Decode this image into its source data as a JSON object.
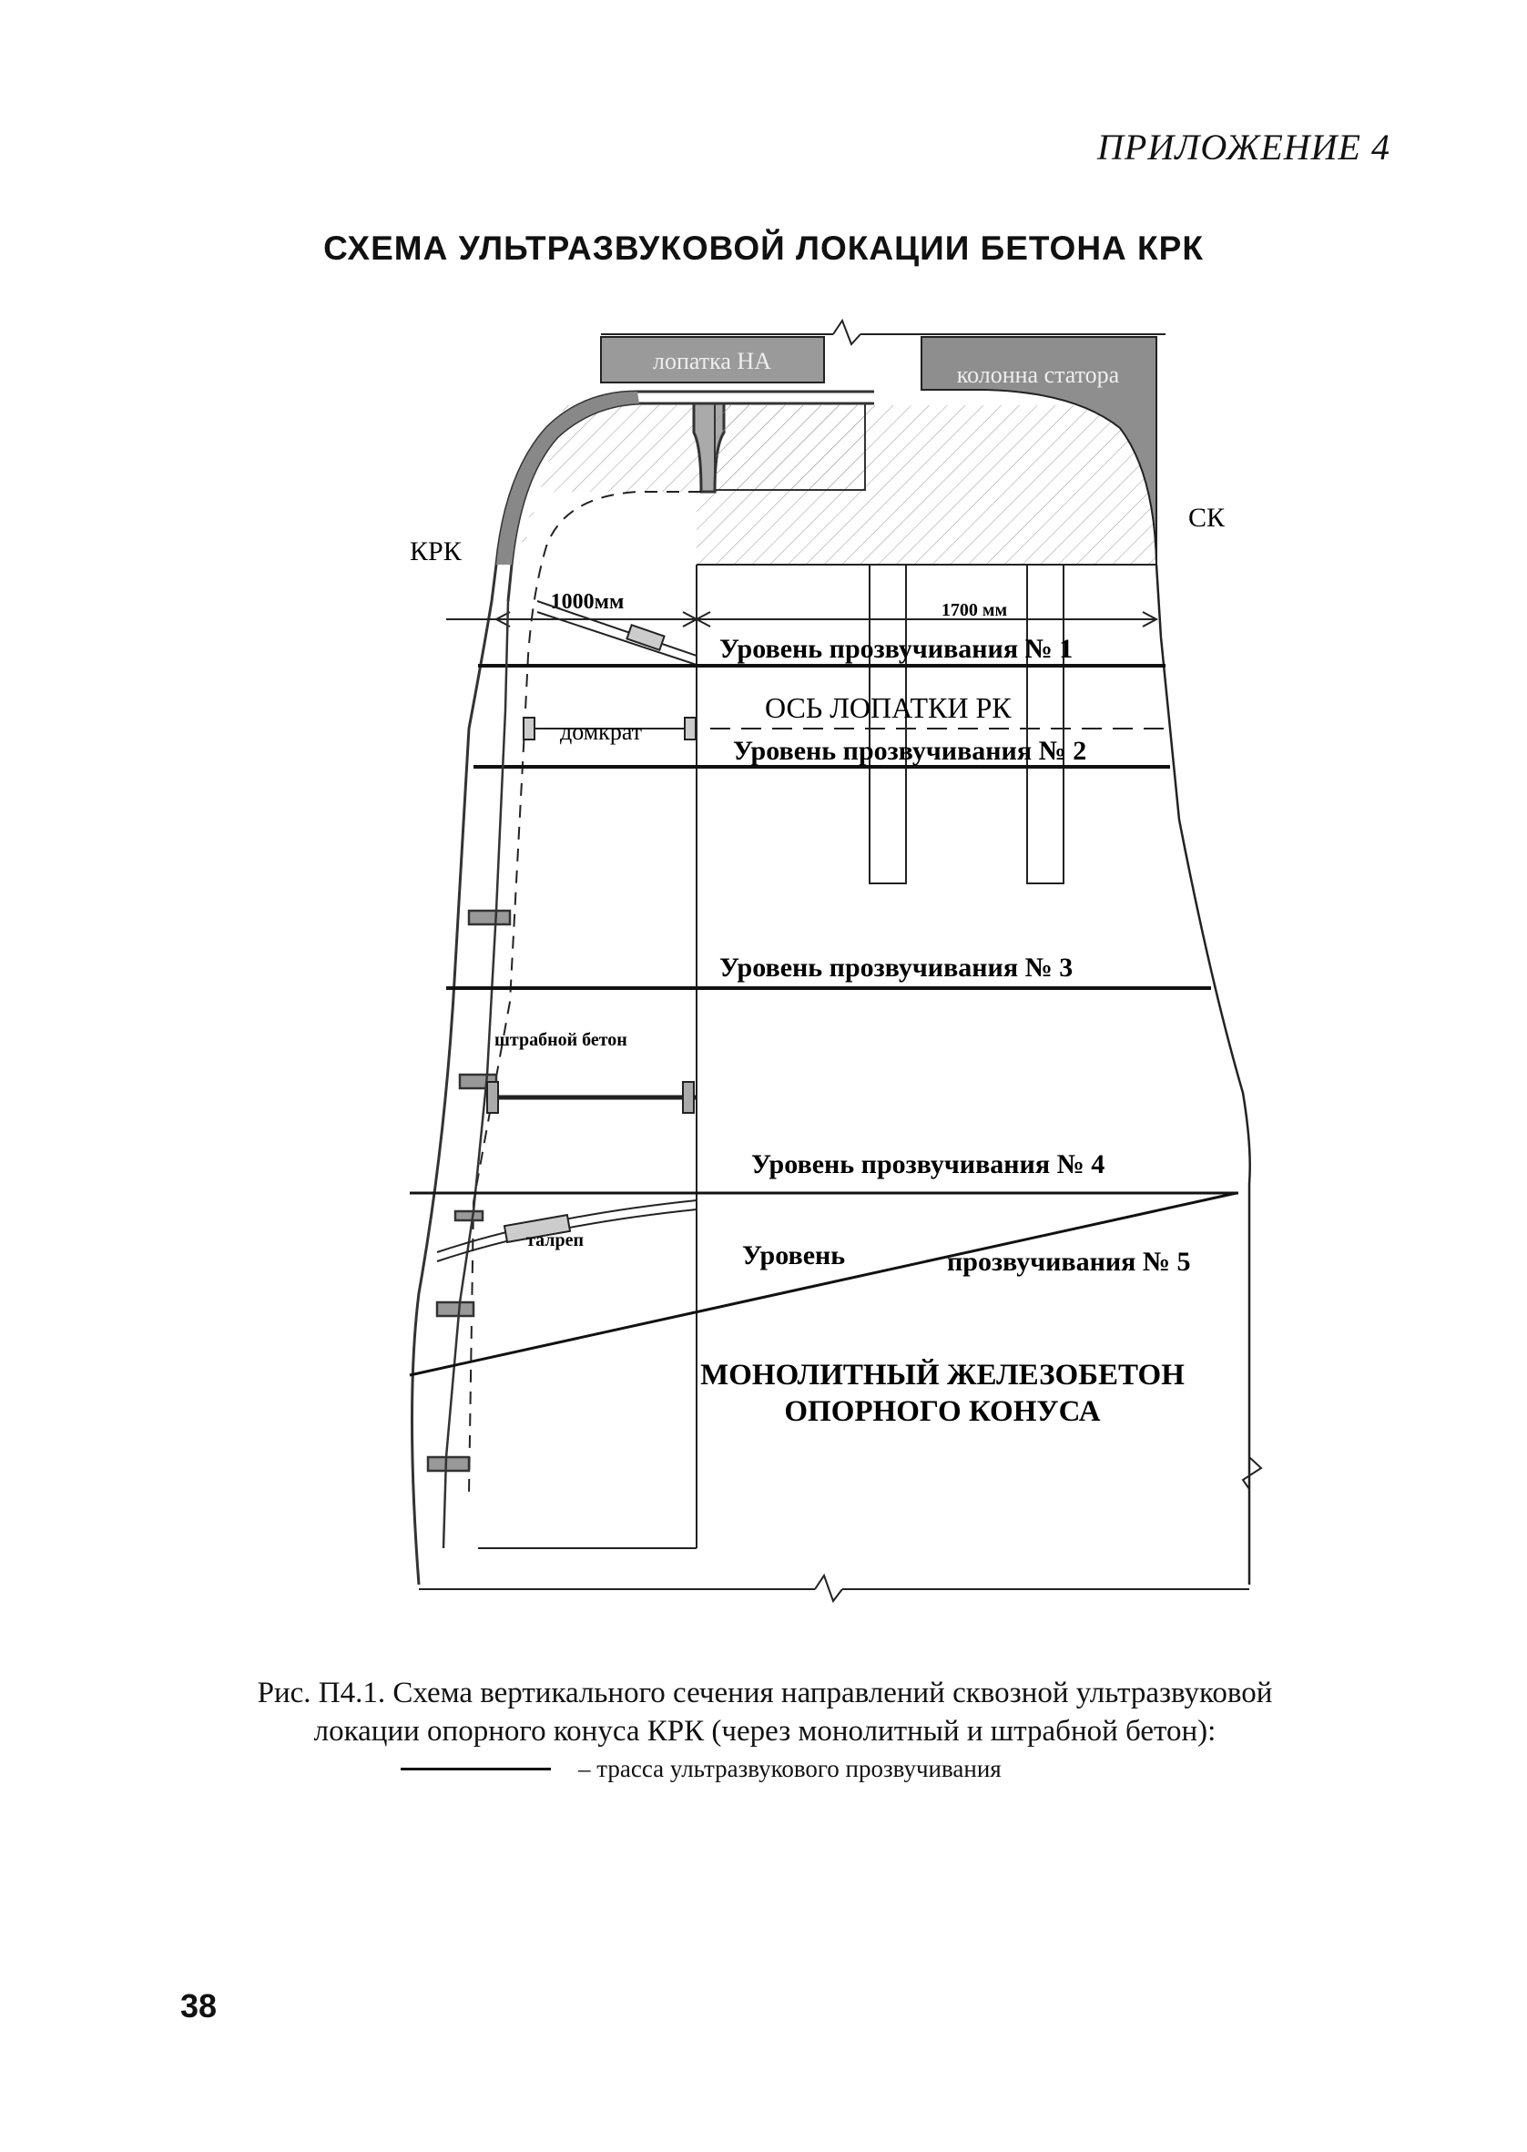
{
  "header": {
    "appendix_label": "ПРИЛОЖЕНИЕ 4"
  },
  "title": "СХЕМА УЛЬТРАЗВУКОВОЙ ЛОКАЦИИ БЕТОНА КРК",
  "figure": {
    "labels": {
      "blade_na": "лопатка НА",
      "stator_column": "колонна статора",
      "krk": "КРК",
      "sk": "СК",
      "dim_1000": "1000мм",
      "dim_1700": "1700 мм",
      "blade_axis": "ОСЬ ЛОПАТКИ РК",
      "jack": "домкрат",
      "grout_concrete": "штрабной бетон",
      "turnbuckle": "талреп",
      "monolith_line1": "МОНОЛИТНЫЙ ЖЕЛЕЗОБЕТОН",
      "monolith_line2": "ОПОРНОГО КОНУСА"
    },
    "levels": [
      "Уровень прозвучивания № 1",
      "Уровень прозвучивания № 2",
      "Уровень прозвучивания № 3",
      "Уровень прозвучивания № 4"
    ],
    "level5_part1": "Уровень",
    "level5_part2": "прозвучивания № 5"
  },
  "caption": {
    "line1": "Рис. П4.1. Схема вертикального сечения направлений сквозной ультразвуковой",
    "line2": "локации опорного конуса КРК (через монолитный и штрабной бетон):"
  },
  "legend": {
    "text": "– трасса ультразвукового прозвучивания"
  },
  "page_number": "38"
}
